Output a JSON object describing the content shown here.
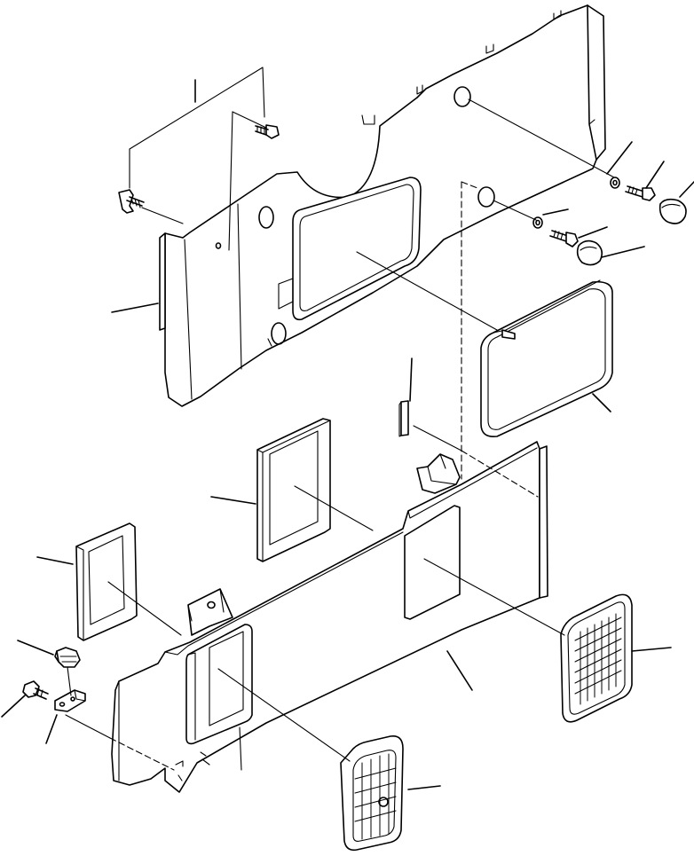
{
  "diagram": {
    "kind": "exploded-parts-view",
    "colors": {
      "ink": "#000000",
      "paper": "#ffffff"
    },
    "parts": [
      "upper-cover-panel",
      "screw-upper-left",
      "screw-upper-mid",
      "washer-right",
      "bolt-right",
      "cap-right",
      "washer-mid",
      "bolt-mid",
      "cap-mid",
      "upper-window-frame",
      "seal-pad-large",
      "small-block",
      "lower-cover-panel",
      "bracket-top",
      "seal-frame-center",
      "seal-frame-left",
      "lower-window-frame",
      "grille-large",
      "grille-small",
      "screw-lower-left",
      "clip-lower-left",
      "bolt-lower-left",
      "foam-sheet"
    ],
    "callout_count": 19
  }
}
